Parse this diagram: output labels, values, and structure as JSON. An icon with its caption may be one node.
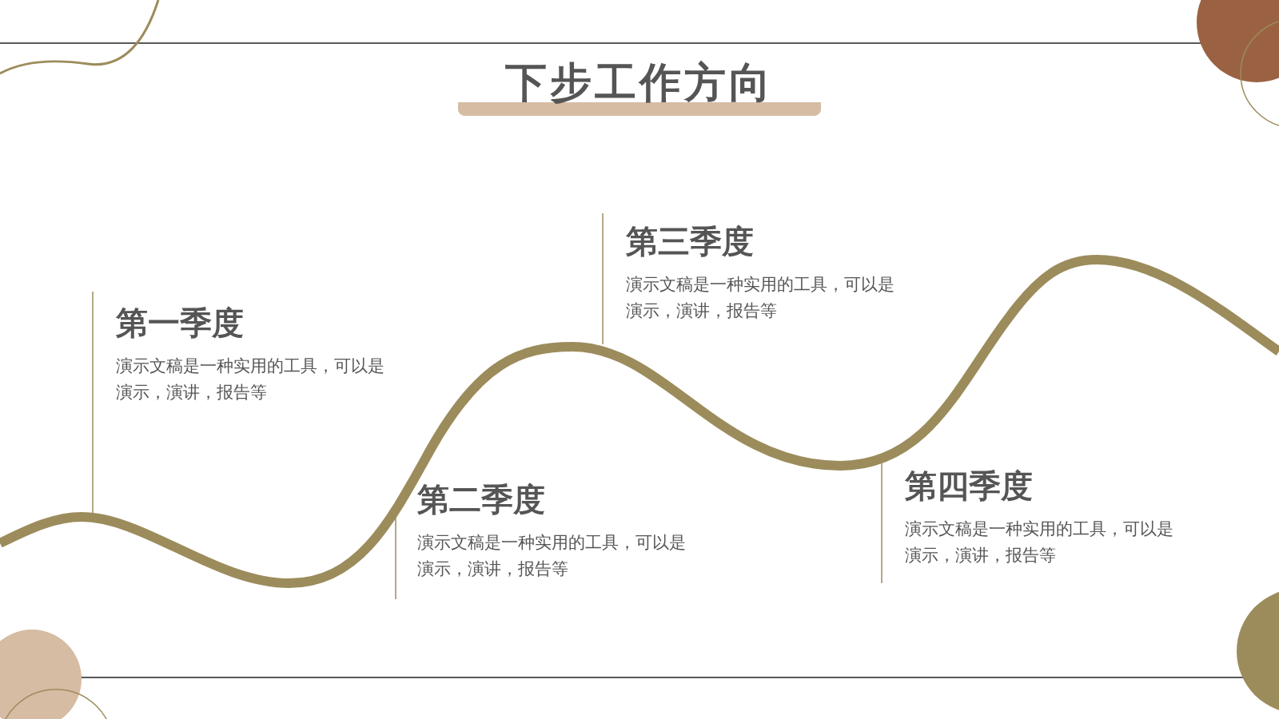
{
  "diagram": {
    "title": "下步工作方向",
    "nodes": [
      {
        "text": [
          "第一季度",
          "演示文稿是一种实用的工具，可以是演示，演讲，报告等"
        ]
      },
      {
        "text": [
          "第二季度",
          "演示文稿是一种实用的工具，可以是演示，演讲，报告等"
        ]
      },
      {
        "text": [
          "第三季度",
          "演示文稿是一种实用的工具，可以是演示，演讲，报告等"
        ]
      },
      {
        "text": [
          "第四季度",
          "演示文稿是一种实用的工具，可以是演示，演讲，报告等"
        ]
      }
    ]
  }
}
